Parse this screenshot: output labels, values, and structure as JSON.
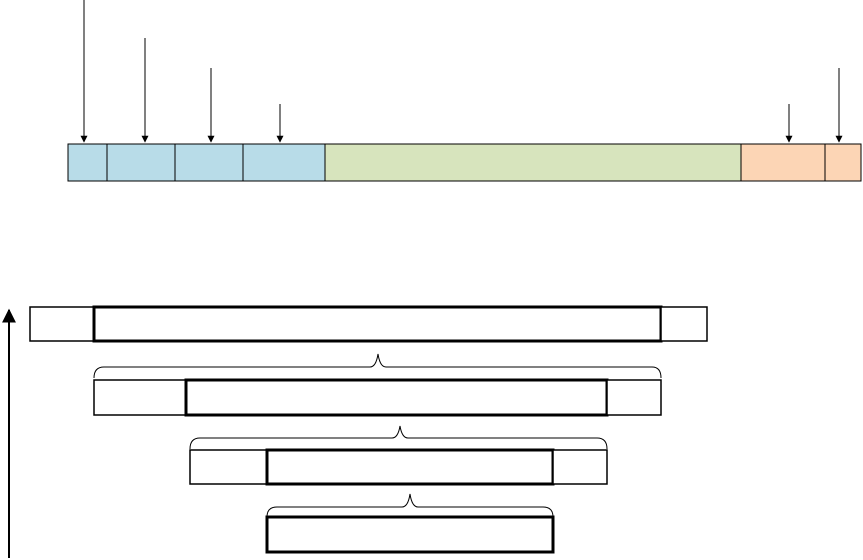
{
  "diagram": {
    "colors": {
      "stroke": "#000000",
      "background": "#ffffff",
      "header_segment": "#b8dce8",
      "payload_segment": "#d7e4bd",
      "trailer_segment": "#fcd5b5"
    },
    "frame": {
      "segments": [
        {
          "role": "header",
          "color": "#b8dce8"
        },
        {
          "role": "header",
          "color": "#b8dce8"
        },
        {
          "role": "header",
          "color": "#b8dce8"
        },
        {
          "role": "header",
          "color": "#b8dce8"
        },
        {
          "role": "payload",
          "color": "#d7e4bd"
        },
        {
          "role": "trailer",
          "color": "#fcd5b5"
        },
        {
          "role": "trailer",
          "color": "#fcd5b5"
        }
      ]
    },
    "encapsulation_levels": 4,
    "direction_arrow": "up"
  }
}
